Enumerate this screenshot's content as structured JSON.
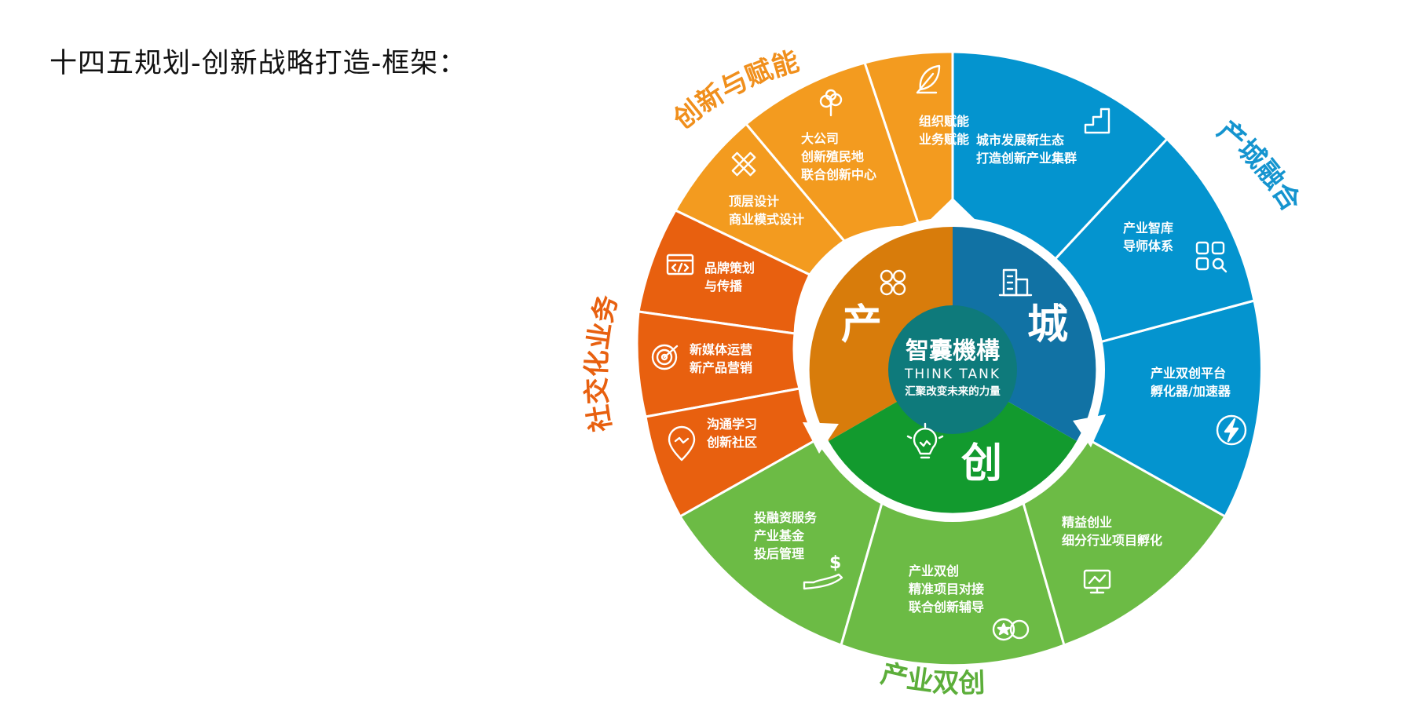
{
  "title": "十四五规划-创新战略打造-框架：",
  "colors": {
    "orange_light": "#F39B1F",
    "orange_dark": "#E8600F",
    "blue": "#0494CF",
    "green": "#6CBB45",
    "inner_chan": "#D87C0B",
    "inner_cheng": "#1172A4",
    "inner_chuang": "#129A2E",
    "center": "#0E7A7B",
    "label_orange": "#F08F1C",
    "label_orange_dark": "#E8600F",
    "label_blue": "#1494CF",
    "label_green": "#5CAE3A"
  },
  "outer_labels": {
    "innovation_empower": "创新与赋能",
    "social_business": "社交化业务",
    "industry_city": "产城融合",
    "industry_dual": "产业双创"
  },
  "inner": {
    "chan": "产",
    "cheng": "城",
    "chuang": "创"
  },
  "logo": {
    "main": "智囊機構",
    "sub": "THINK TANK",
    "tag": "汇聚改变未来的力量"
  },
  "segments": [
    {
      "id": "org",
      "lines": [
        "组织赋能",
        "业务赋能"
      ],
      "icon": "feather-icon"
    },
    {
      "id": "corp",
      "lines": [
        "大公司",
        "创新殖民地",
        "联合创新中心"
      ],
      "icon": "tree-icon"
    },
    {
      "id": "design",
      "lines": [
        "顶层设计",
        "商业模式设计"
      ],
      "icon": "ruler-pencil-icon"
    },
    {
      "id": "brand",
      "lines": [
        "品牌策划",
        "与传播"
      ],
      "icon": "browser-icon"
    },
    {
      "id": "media",
      "lines": [
        "新媒体运营",
        "新产品营销"
      ],
      "icon": "target-icon"
    },
    {
      "id": "learn",
      "lines": [
        "沟通学习",
        "创新社区"
      ],
      "icon": "map-pin-icon"
    },
    {
      "id": "invest",
      "lines": [
        "投融资服务",
        "产业基金",
        "投后管理"
      ],
      "icon": "money-hand-icon"
    },
    {
      "id": "dual",
      "lines": [
        "产业双创",
        "精准项目对接",
        "联合创新辅导"
      ],
      "icon": "coins-icon"
    },
    {
      "id": "lean",
      "lines": [
        "精益创业",
        "细分行业项目孵化"
      ],
      "icon": "monitor-chart-icon"
    },
    {
      "id": "platform",
      "lines": [
        "产业双创平台",
        "孵化器/加速器"
      ],
      "icon": "lightning-icon"
    },
    {
      "id": "think",
      "lines": [
        "产业智库",
        "导师体系"
      ],
      "icon": "grid-search-icon"
    },
    {
      "id": "city",
      "lines": [
        "城市发展新生态",
        "打造创新产业集群"
      ],
      "icon": "stairs-icon"
    }
  ]
}
